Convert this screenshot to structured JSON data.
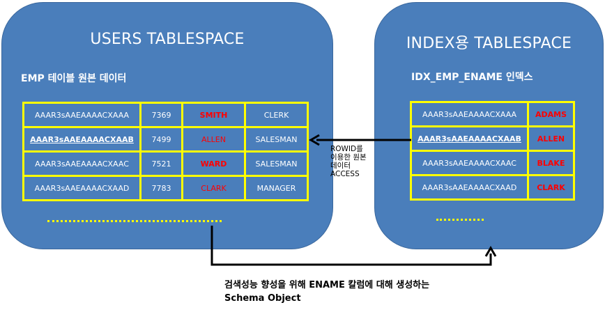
{
  "users_tablespace": {
    "title": "USERS TABLESPACE",
    "subtitle": "EMP 테이블 원본 데이터",
    "rows": [
      {
        "rowid": "AAAR3sAAEAAAACXAAA",
        "empno": "7369",
        "ename": "SMITH",
        "job": "CLERK"
      },
      {
        "rowid": "AAAR3sAAEAAAACXAAB",
        "empno": "7499",
        "ename": "ALLEN",
        "job": "SALESMAN"
      },
      {
        "rowid": "AAAR3sAAEAAAACXAAC",
        "empno": "7521",
        "ename": "WARD",
        "job": "SALESMAN"
      },
      {
        "rowid": "AAAR3sAAEAAAACXAAD",
        "empno": "7783",
        "ename": "CLARK",
        "job": "MANAGER"
      }
    ]
  },
  "index_tablespace": {
    "title": "INDEX용 TABLESPACE",
    "subtitle": "IDX_EMP_ENAME 인덱스",
    "rows": [
      {
        "rowid": "AAAR3sAAEAAAACXAAA",
        "ename": "ADAMS"
      },
      {
        "rowid": "AAAR3sAAEAAAACXAAB",
        "ename": "ALLEN"
      },
      {
        "rowid": "AAAR3sAAEAAAACXAAC",
        "ename": "BLAKE"
      },
      {
        "rowid": "AAAR3sAAEAAAACXAAD",
        "ename": "CLARK"
      }
    ]
  },
  "rowid_access_label": [
    "ROWID를",
    "이용한 원본",
    "데이터",
    "ACCESS"
  ],
  "caption": {
    "line1": "검색성능 향성을 위해 ENAME 칼럼에 대해 생성하는",
    "line2": "Schema Object"
  },
  "colors": {
    "tablespace_fill": "#4a7ebb",
    "grid_border": "#ffff00",
    "ename_text": "#ff0000",
    "text": "#ffffff"
  }
}
